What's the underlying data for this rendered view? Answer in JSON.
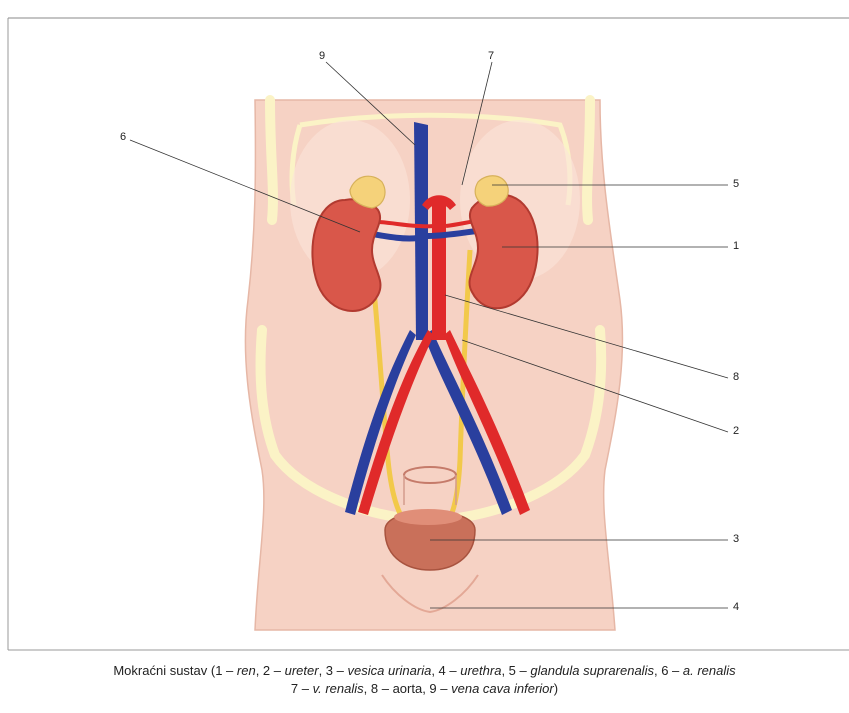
{
  "labels": {
    "l9": "9",
    "l7": "7",
    "l6": "6",
    "l5": "5",
    "l1": "1",
    "l8": "8",
    "l2": "2",
    "l3": "3",
    "l4": "4"
  },
  "caption": {
    "line1": [
      {
        "t": "Mokraćni sustav (1 – ",
        "i": false
      },
      {
        "t": "ren",
        "i": true
      },
      {
        "t": ", 2 – ",
        "i": false
      },
      {
        "t": "ureter",
        "i": true
      },
      {
        "t": ", 3 – ",
        "i": false
      },
      {
        "t": "vesica urinaria",
        "i": true
      },
      {
        "t": ", 4 – ",
        "i": false
      },
      {
        "t": "urethra",
        "i": true
      },
      {
        "t": ", 5 – ",
        "i": false
      },
      {
        "t": "glandula suprarenalis",
        "i": true
      },
      {
        "t": ", 6 – ",
        "i": false
      },
      {
        "t": "a. renalis",
        "i": true
      }
    ],
    "line2": [
      {
        "t": "7 – ",
        "i": false
      },
      {
        "t": "v. renalis",
        "i": true
      },
      {
        "t": ", 8 – aorta, 9 – ",
        "i": false
      },
      {
        "t": "vena cava inferior",
        "i": true
      },
      {
        "t": ")",
        "i": false
      }
    ]
  },
  "colors": {
    "skin": "#f6d2c4",
    "skin_dark": "#eebba8",
    "bone": "#fbf3c6",
    "kidney": "#d9574a",
    "kidney_dark": "#b23a30",
    "artery": "#e02a2a",
    "vein": "#2a3f9e",
    "ureter": "#f2c94a",
    "adrenal": "#f5d27a",
    "bladder": "#c9705a"
  }
}
